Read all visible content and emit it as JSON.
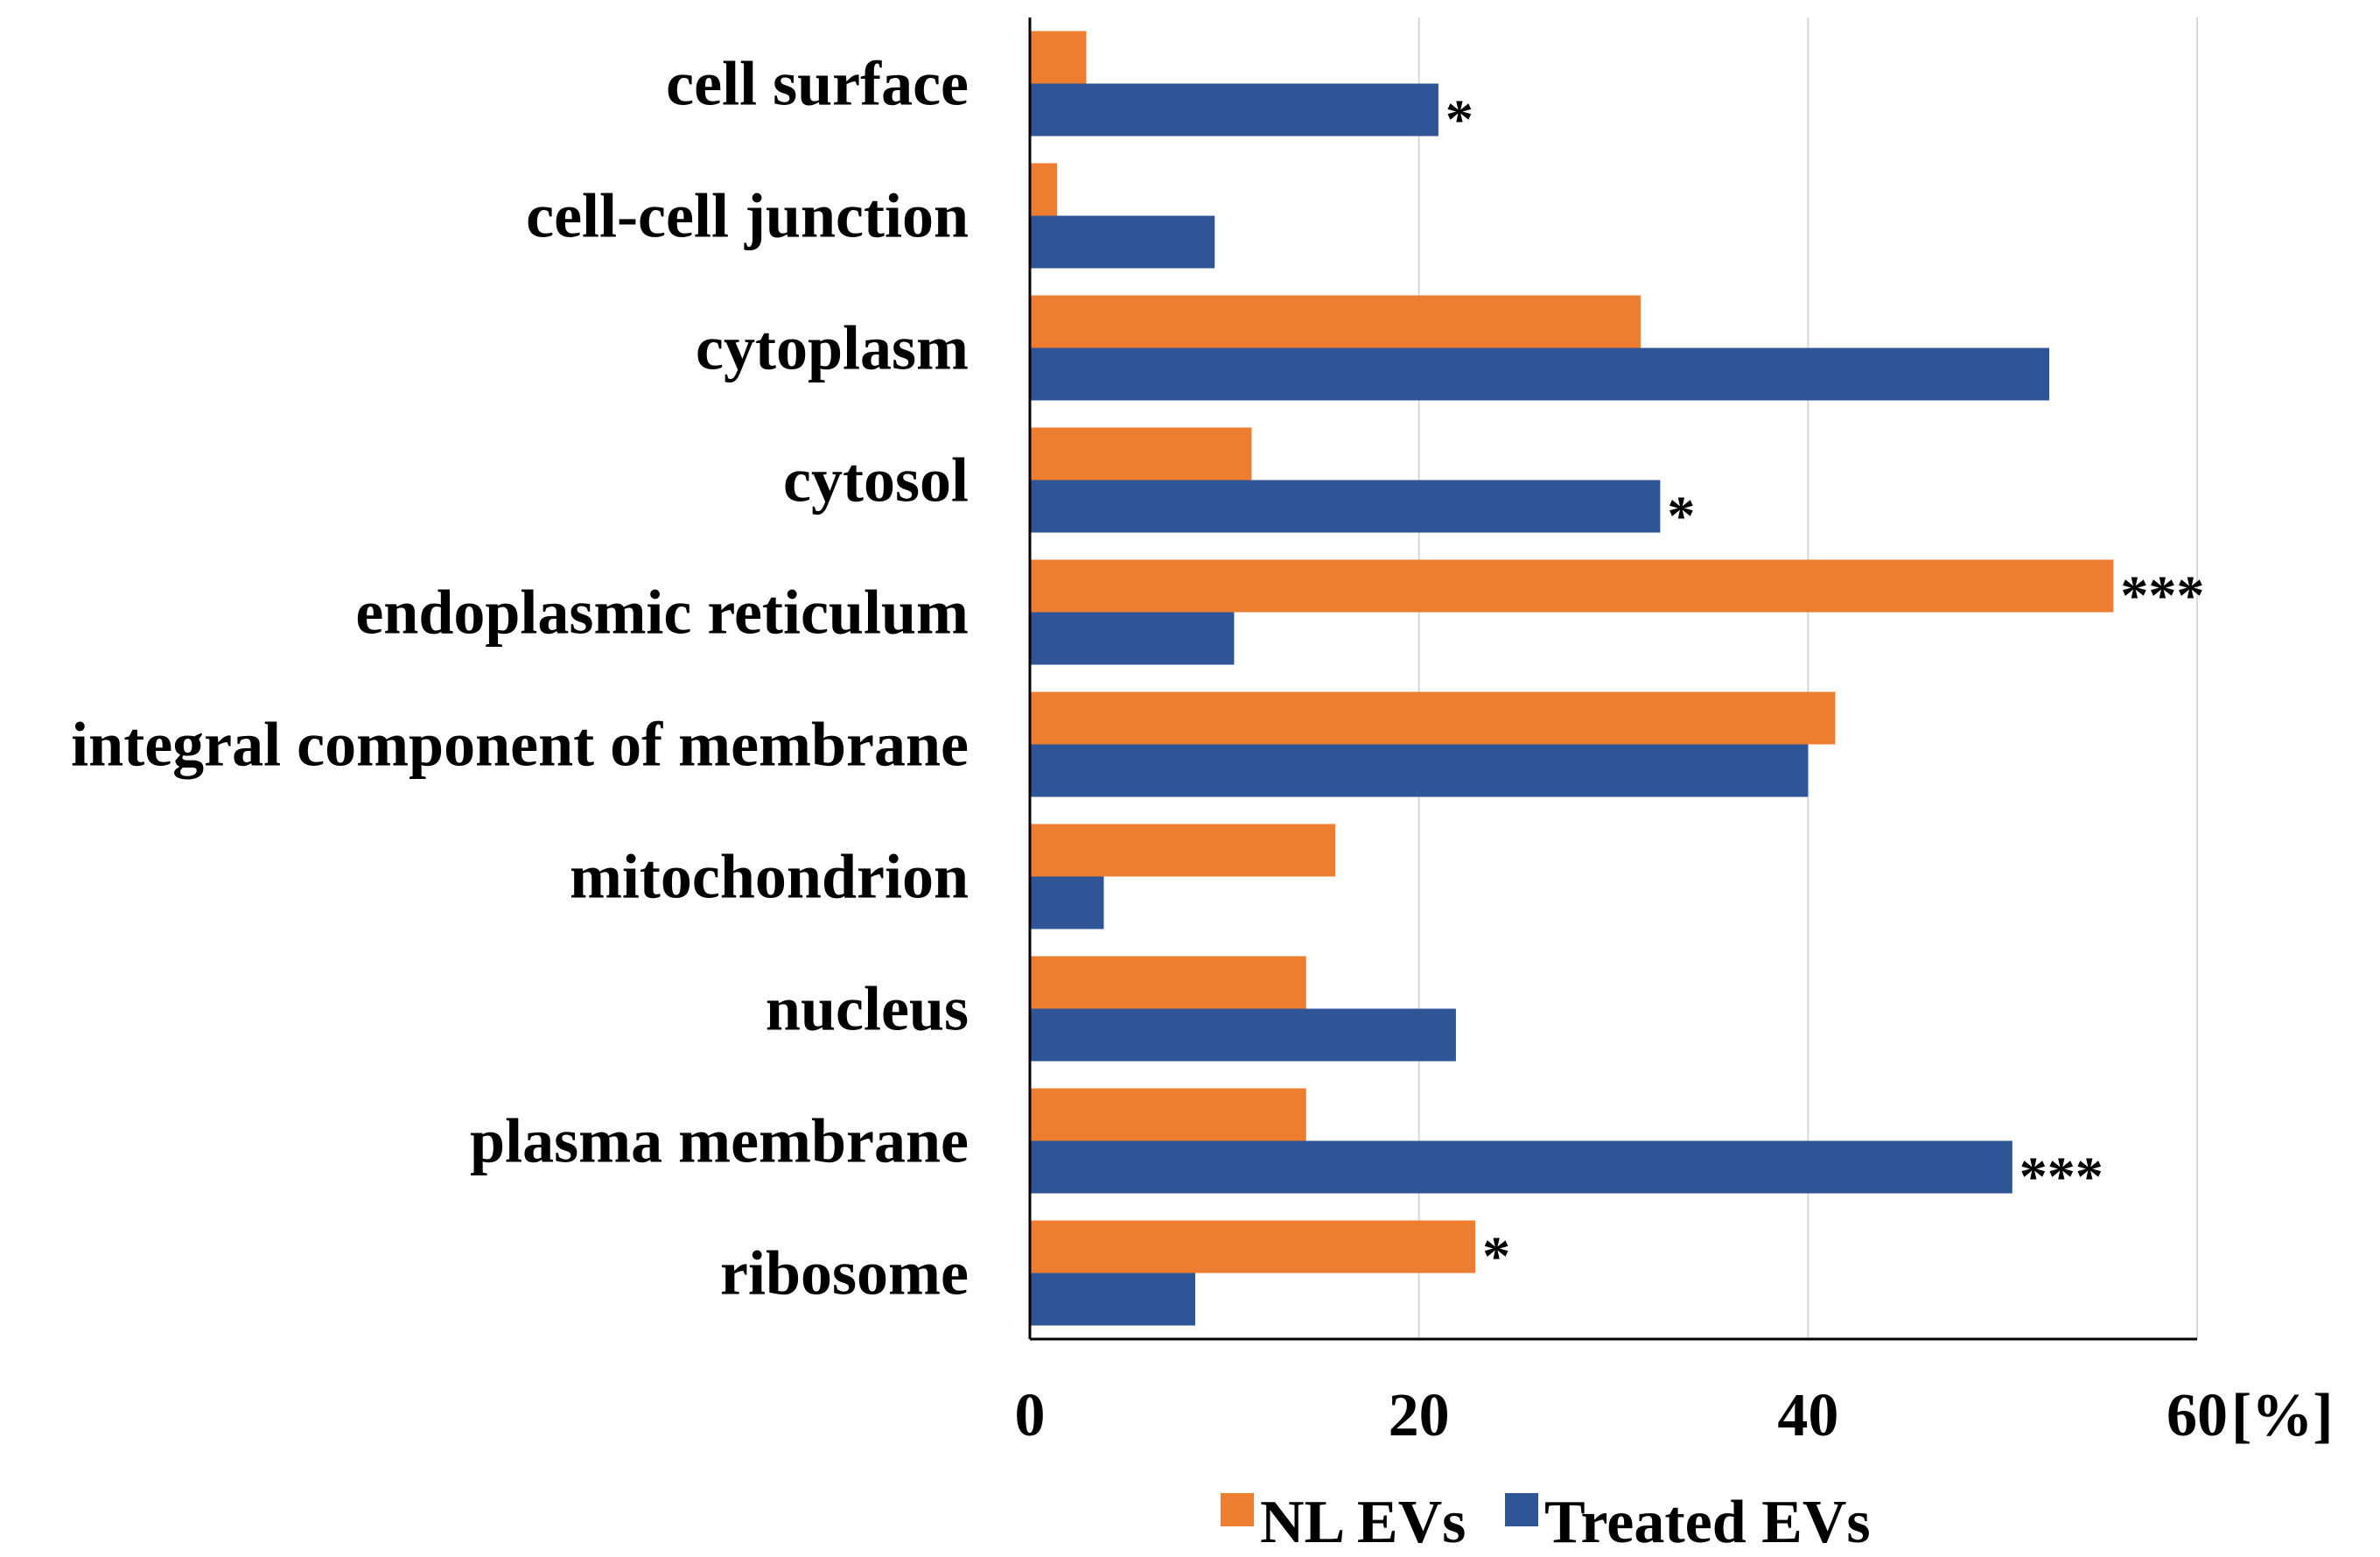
{
  "chart_data": {
    "type": "bar",
    "orientation": "horizontal",
    "categories": [
      "cell surface",
      "cell-cell junction",
      "cytoplasm",
      "cytosol",
      "endoplasmic reticulum",
      "integral component of membrane",
      "mitochondrion",
      "nucleus",
      "plasma membrane",
      "ribosome"
    ],
    "series": [
      {
        "name": "NL EVs",
        "color": "#ed7d31",
        "values": [
          2.9,
          1.4,
          31.4,
          11.4,
          55.7,
          41.4,
          15.7,
          14.2,
          14.2,
          22.9
        ],
        "annotations": [
          "",
          "",
          "",
          "",
          "***",
          "",
          "",
          "",
          "",
          "*"
        ]
      },
      {
        "name": "Treated EVs",
        "color": "#2f5597",
        "values": [
          21.0,
          9.5,
          52.4,
          32.4,
          10.5,
          40.0,
          3.8,
          21.9,
          50.5,
          8.5
        ],
        "annotations": [
          "*",
          "",
          "",
          "*",
          "",
          "",
          "",
          "",
          "***",
          ""
        ]
      }
    ],
    "xaxis": {
      "ticks": [
        "0",
        "20",
        "40",
        "60"
      ],
      "tick_values": [
        0,
        20,
        40,
        60
      ],
      "unit": "[%]",
      "range": [
        0,
        60
      ]
    },
    "grid": true,
    "legend_position": "bottom-center",
    "title": "",
    "xlabel": "",
    "ylabel": ""
  }
}
